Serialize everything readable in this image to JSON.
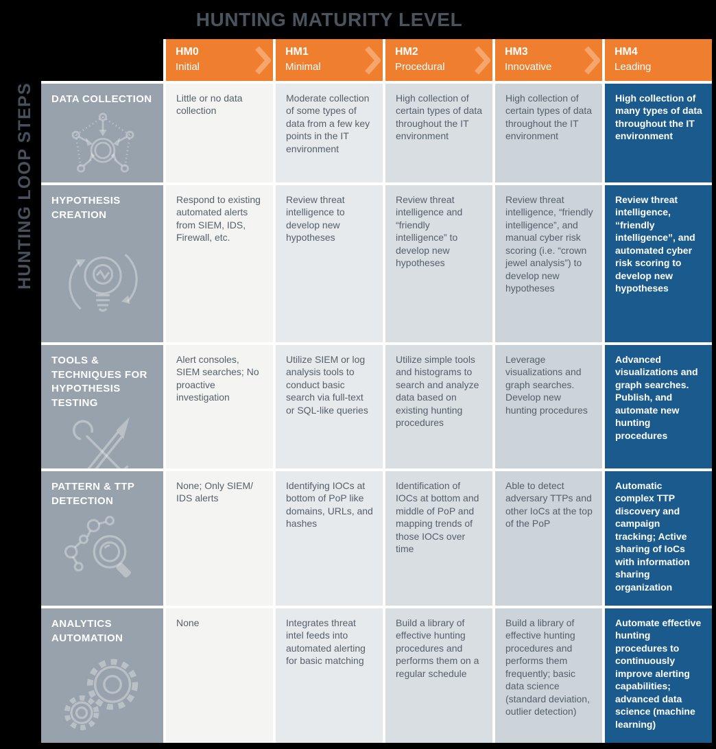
{
  "title": "HUNTING MATURITY LEVEL",
  "y_axis_label": "HUNTING LOOP STEPS",
  "colors": {
    "background": "#000000",
    "title_text": "#49545f",
    "header_orange": "#ef7e2e",
    "header_chevron": "#f6a66a",
    "row_header_gray": "#98a2ac",
    "hm4_blue": "#1a5a8d",
    "cell_text": "#555f6a",
    "column_shades": [
      "#f4f5f2",
      "#e6eaec",
      "#d9dee2",
      "#ccd3d9",
      "#1a5a8d"
    ]
  },
  "columns": [
    {
      "code": "HM0",
      "label": "Initial"
    },
    {
      "code": "HM1",
      "label": "Minimal"
    },
    {
      "code": "HM2",
      "label": "Procedural"
    },
    {
      "code": "HM3",
      "label": "Innovative"
    },
    {
      "code": "HM4",
      "label": "Leading"
    }
  ],
  "rows": [
    {
      "label": "DATA COLLECTION",
      "icon": "data-collection-icon",
      "cells": [
        "Little or no data collection",
        "Moderate collection of some types of data from a few key points in the IT environment",
        "High collection of certain types of data throughout the IT environment",
        "High collection of certain types of data throughout the IT environment",
        "High collection of many types of data throughout the IT environment"
      ]
    },
    {
      "label": "HYPOTHESIS CREATION",
      "icon": "hypothesis-creation-icon",
      "cells": [
        "Respond to existing automated alerts from SIEM, IDS, Firewall, etc.",
        "Review threat intelligence to develop new hypotheses",
        "Review threat intelligence and “friendly intelligence” to develop new hypotheses",
        "Review threat intelligence, “friendly intelligence”, and manual cyber risk scoring (i.e. “crown jewel analysis”) to develop new hypotheses",
        "Review threat intelligence, “friendly intelligence”, and automated cyber risk scoring to develop new hypotheses"
      ]
    },
    {
      "label": "TOOLS & TECHNIQUES FOR HYPOTHESIS TESTING",
      "icon": "tools-techniques-icon",
      "cells": [
        "Alert consoles, SIEM searches; No proactive investigation",
        "Utilize SIEM or log analysis tools to conduct basic search via full-text or SQL-like queries",
        "Utilize simple tools and histograms to search and analyze data based on existing hunting procedures",
        "Leverage visualizations and graph searches. Develop new hunting procedures",
        "Advanced visualizations and graph searches. Publish, and automate new hunting procedures"
      ]
    },
    {
      "label": "PATTERN & TTP DETECTION",
      "icon": "pattern-ttp-icon",
      "cells": [
        "None; Only SIEM/ IDS alerts",
        "Identifying IOCs at bottom of PoP like domains, URLs, and hashes",
        "Identification of IOCs at bottom and middle of PoP and mapping trends of those IOCs over time",
        "Able to detect adversary TTPs and other IoCs at the top of the PoP",
        "Automatic complex TTP discovery and campaign tracking; Active sharing of IoCs with information sharing organization"
      ]
    },
    {
      "label": "ANALYTICS AUTOMATION",
      "icon": "analytics-automation-icon",
      "cells": [
        "None",
        "Integrates threat intel feeds into automated alerting for basic matching",
        "Build a library of effective hunting procedures and performs them on a regular schedule",
        "Build a library of effective hunting procedures and performs them frequently; basic data science (standard deviation, outlier detection)",
        "Automate effective hunting procedures to continuously improve alerting capabilities; advanced data science (machine learning)"
      ]
    }
  ]
}
